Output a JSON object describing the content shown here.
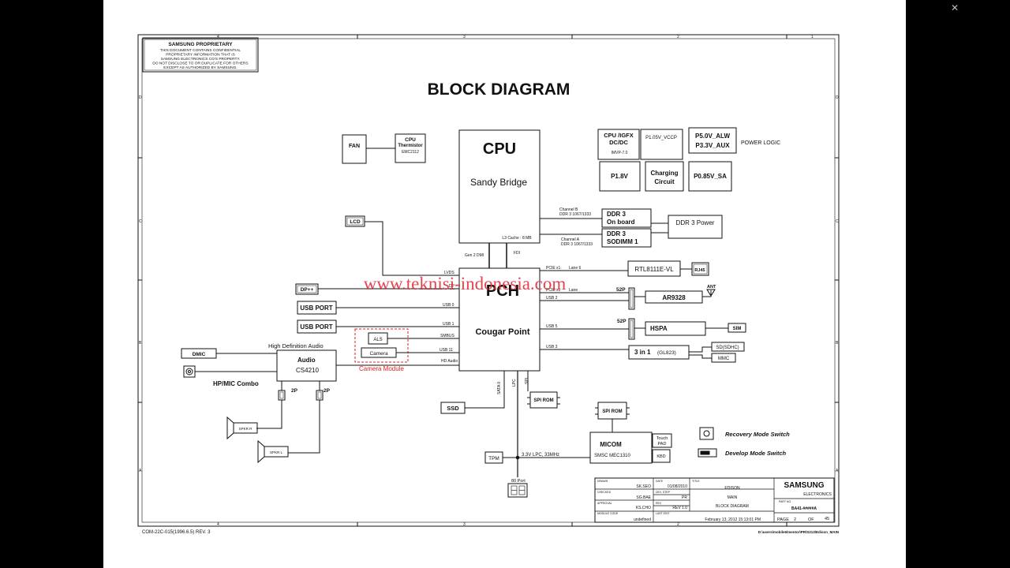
{
  "viewer": {
    "close_glyph": "✕"
  },
  "colors": {
    "watermark": "#e0303a",
    "camera_module": "#d22",
    "line": "#111"
  },
  "proprietary": {
    "title": "SAMSUNG PROPRIETARY",
    "lines": [
      "THIS DOCUMENT CONTAINS CONFIDENTIAL",
      "PROPRIETARY INFORMATION THAT IS",
      "SAMSUNG ELECTRONICS CO'S PROPERTY.",
      "DO NOT DISCLOSE TO OR DUPLICATE FOR OTHERS",
      "EXCEPT AS AUTHORIZED BY SAMSUNG."
    ]
  },
  "frame": {
    "cols": [
      "4",
      "3",
      "2",
      "1"
    ],
    "rows": [
      "D",
      "C",
      "B",
      "A"
    ],
    "footer": "COM-22C-015(1996.6.5) REV. 3",
    "path": "D:\\users\\mobile6\\mentor\\PR\\S213\\Edison_MAIN"
  },
  "title": "BLOCK DIAGRAM",
  "watermark": "www.teknisi-indonesia.com",
  "blocks": {
    "fan": "FAN",
    "thermistor": [
      "CPU",
      "Thermistor",
      "EMC2112"
    ],
    "cpu": {
      "title": "CPU",
      "subtitle": "Sandy Bridge",
      "cache": "L3 Cache : 8 MB"
    },
    "power": {
      "cpu_igfx": [
        "CPU /IGFX",
        "DC/DC",
        "IMVP-7.0"
      ],
      "p105": "P1.05V_VCCP",
      "p50": [
        "P5.0V_ALW",
        "P3.3V_AUX"
      ],
      "logic": "POWER LOGIC",
      "p18": "P1.8V",
      "charging": [
        "Charging",
        "Circuit"
      ],
      "p085": "P0.85V_SA"
    },
    "ddr_onboard": [
      "DDR 3",
      "On board"
    ],
    "ddr_sodimm": [
      "DDR 3",
      "SODIMM 1"
    ],
    "ddr_power": "DDR 3 Power",
    "chan_b": [
      "Channel B",
      "DDR 3 1067/1333"
    ],
    "chan_a": [
      "Channel A",
      "DDR 3 1067/1333"
    ],
    "gen2dmi": "Gen 2 DMI",
    "fdi": "FDI",
    "lcd": "LCD",
    "lvds": "LVDS",
    "dp": "DP++",
    "dp_label": "DP",
    "pch": {
      "title": "PCH",
      "subtitle": "Cougar Point"
    },
    "usb_port1": "USB PORT",
    "usb_port2": "USB PORT",
    "usb0": "USB 0",
    "usb1": "USB 1",
    "smbus": "SMBUS",
    "usb11": "USB 11",
    "hd_audio": "HD Audio",
    "als": "ALS",
    "camera": "Camera",
    "camera_module": "Camera Module",
    "hda_label": "High Definition Audio",
    "dmic": "DMIC",
    "audio": [
      "Audio",
      "CS4210"
    ],
    "hpmic": "HP/MIC  Combo",
    "two_p_a": "2P",
    "two_p_b": "2P",
    "spkr_r": "SPKR  R",
    "spkr_l": "SPKR  L",
    "pcie1": "PCIE x1",
    "lane6": "Lane 6",
    "rtl": "RTL8111E-VL",
    "rj45": "RJ45",
    "pcie2": "PCIE x1",
    "lane": "Lane",
    "usb2": "USB 2",
    "p52a": "52P",
    "ar9328": "AR9328",
    "ant": "ANT",
    "usb5": "USB 5",
    "p52b": "52P",
    "hspa": "HSPA",
    "sim": "SIM",
    "usb3": "USB 3",
    "three_in_one": [
      "3 in 1",
      "(GL823)"
    ],
    "sdhc": "SD(SDHC)",
    "mmc": "MMC",
    "sata0": "SATA 0",
    "lpc": "LPC",
    "spi": "SPI",
    "spi_rom1": "SPI ROM",
    "spi_rom2": "SPI ROM",
    "ssd": "SSD",
    "micom": [
      "MICOM",
      "SMSC MEC1310"
    ],
    "touchpad": [
      "Touch",
      "PAD"
    ],
    "kbd": "KBD",
    "tpm": "TPM",
    "lpc_bus": "3.3V LPC, 33MHz",
    "port80": "80 Port",
    "recovery": "Recovery Mode Switch",
    "develop": "Develop Mode Switch"
  },
  "titleblock": {
    "drawn_label": "DRAWN",
    "drawn": "SK.SEO",
    "date_label": "DATE",
    "date": "01/08/2010",
    "title_label": "TITLE",
    "checked_label": "CHECKED",
    "checked": "SG.BAE",
    "dev_step_label": "DEV. STEP",
    "dev_step": "PR",
    "approval_label": "APPROVAL",
    "approval": "KS.CHO",
    "rev_label": "REV",
    "rev": "REV 1.0",
    "module_label": "MODULE CODE",
    "module": "undefined",
    "last_edit_label": "LAST EDIT",
    "last_edit": "February 13, 2012 15:13:01 PM",
    "t1": "EDISON",
    "t2": "MAIN",
    "t3": "BLOCK DIAGRAM",
    "company": "SAMSUNG",
    "company2": "ELECTRONICS",
    "part_label": "PART NO.",
    "part": "BA41-#####A",
    "page_label": "PAGE",
    "page": "2",
    "of_label": "OF",
    "of": "45"
  }
}
